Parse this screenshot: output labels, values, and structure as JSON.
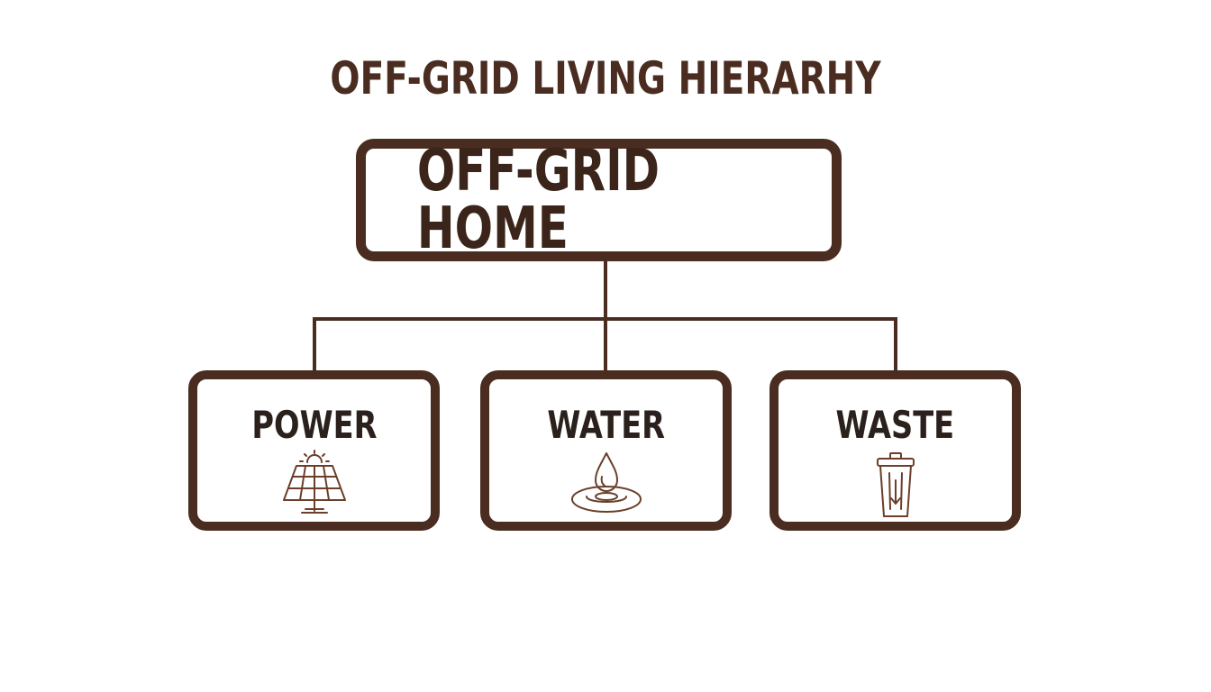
{
  "title": "OFF-GRID LIVING HIERARHY",
  "root": {
    "label": "OFF-GRID HOME"
  },
  "children": [
    {
      "label": "POWER",
      "icon": "solar-panel-icon"
    },
    {
      "label": "WATER",
      "icon": "water-drop-icon"
    },
    {
      "label": "WASTE",
      "icon": "trash-bin-icon"
    }
  ],
  "colors": {
    "primary": "#4a2d20",
    "text": "#2a211c",
    "background": "#ffffff"
  }
}
